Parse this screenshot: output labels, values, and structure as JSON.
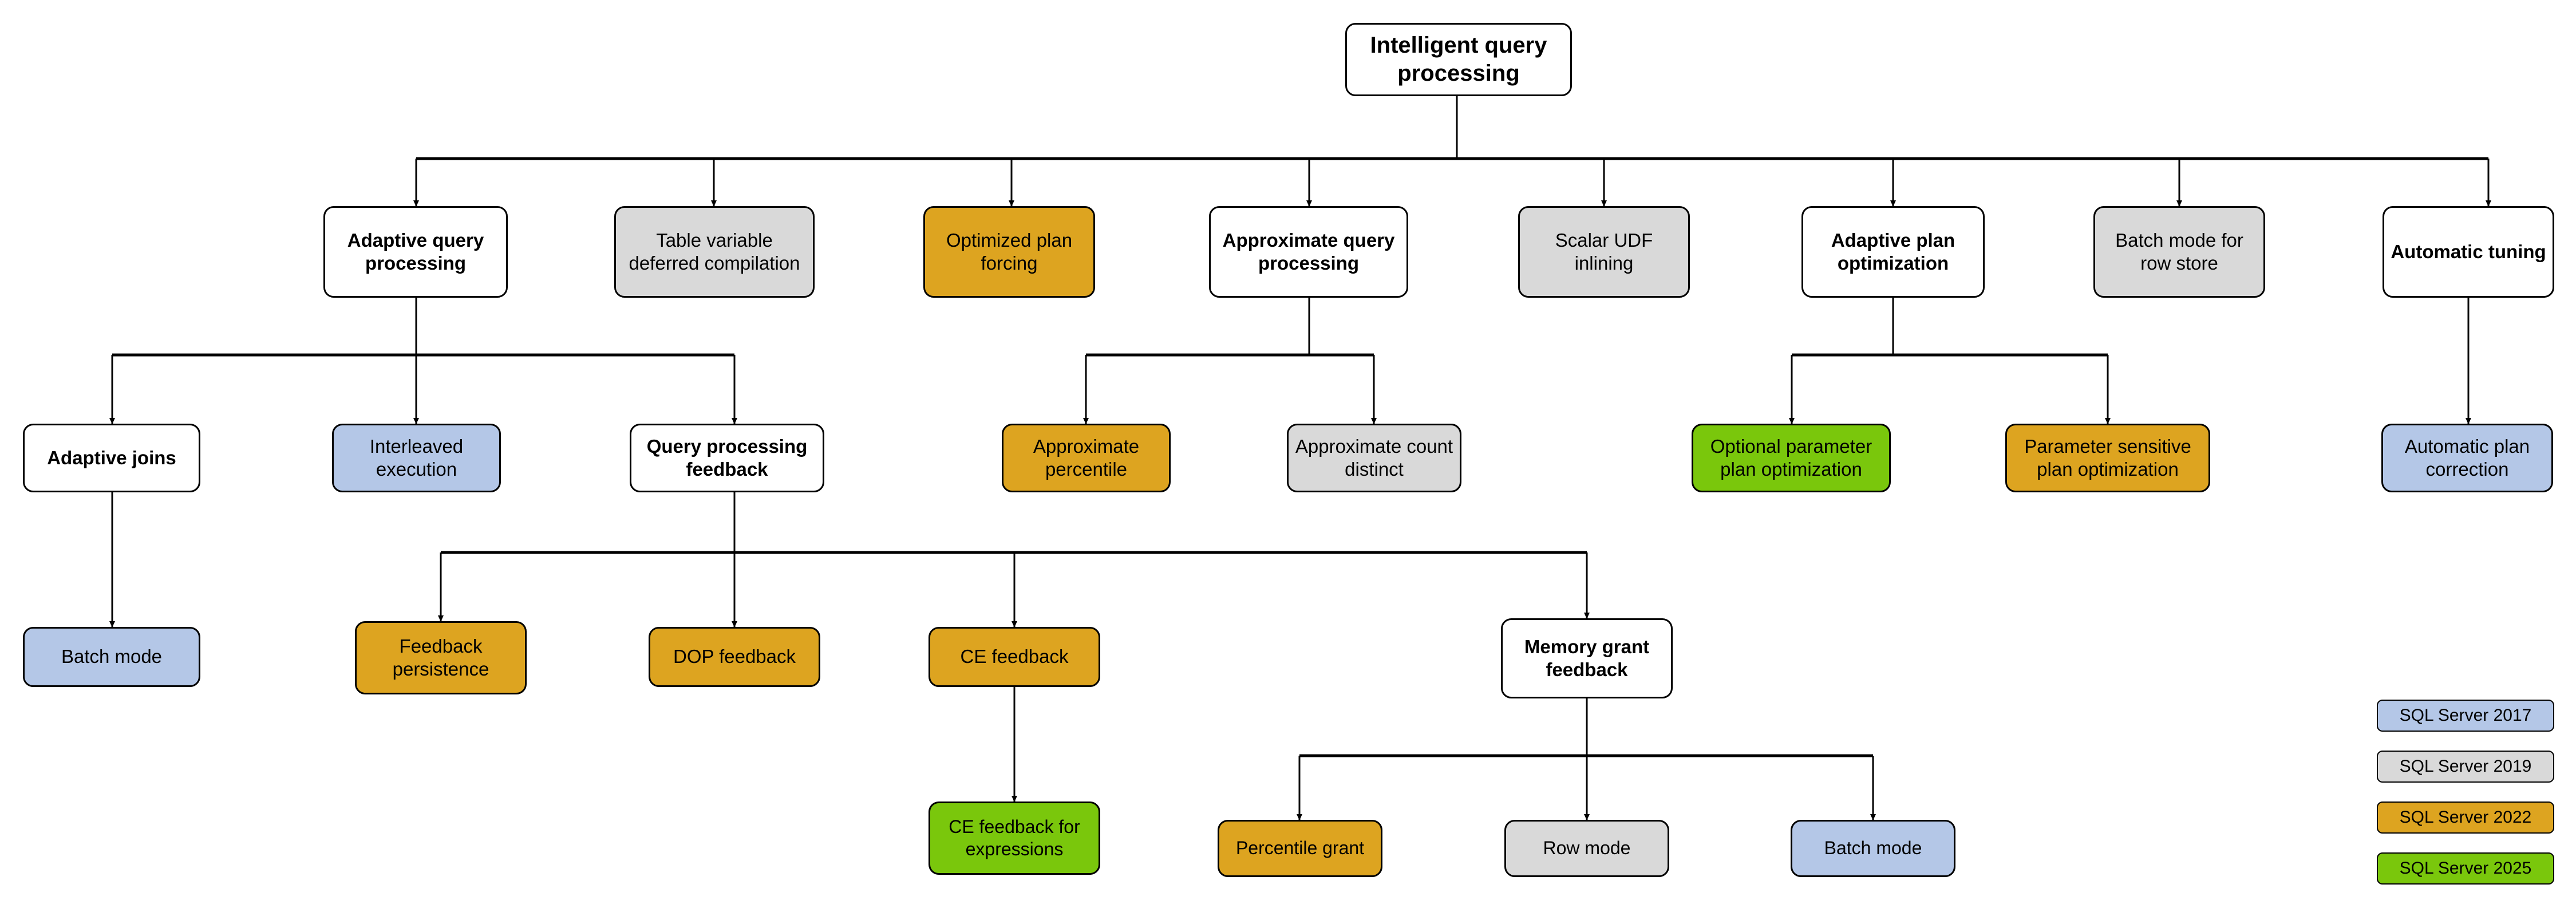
{
  "diagram": {
    "title": "Intelligent query processing",
    "palette": {
      "sql2017": "#b4c7e7",
      "sql2019": "#d9d9d9",
      "sql2022": "#dda420",
      "sql2025": "#7ac70c",
      "none": "#ffffff",
      "stroke": "#000000",
      "text": "#000000"
    }
  },
  "nodes": {
    "root": {
      "label": "Intelligent query processing",
      "version": "none"
    },
    "adaptive_query_processing": {
      "label": "Adaptive query processing",
      "version": "none"
    },
    "table_variable_deferred_compilation": {
      "label": "Table variable deferred compilation",
      "version": "sql2019"
    },
    "optimized_plan_forcing": {
      "label": "Optimized plan forcing",
      "version": "sql2022"
    },
    "approximate_query_processing": {
      "label": "Approximate query processing",
      "version": "none"
    },
    "scalar_udf_inlining": {
      "label": "Scalar UDF inlining",
      "version": "sql2019"
    },
    "adaptive_plan_optimization": {
      "label": "Adaptive plan optimization",
      "version": "none"
    },
    "batch_mode_for_row_store": {
      "label": "Batch mode for row store",
      "version": "sql2019"
    },
    "automatic_tuning": {
      "label": "Automatic tuning",
      "version": "none"
    },
    "adaptive_joins": {
      "label": "Adaptive joins",
      "version": "none"
    },
    "interleaved_execution": {
      "label": "Interleaved execution",
      "version": "sql2017"
    },
    "query_processing_feedback": {
      "label": "Query processing feedback",
      "version": "none"
    },
    "approximate_percentile": {
      "label": "Approximate percentile",
      "version": "sql2022"
    },
    "approximate_count_distinct": {
      "label": "Approximate count distinct",
      "version": "sql2019"
    },
    "optional_parameter_plan_optimization": {
      "label": "Optional parameter plan optimization",
      "version": "sql2025"
    },
    "parameter_sensitive_plan_optimization": {
      "label": "Parameter sensitive plan optimization",
      "version": "sql2022"
    },
    "automatic_plan_correction": {
      "label": "Automatic plan correction",
      "version": "sql2017"
    },
    "batch_mode_adaptive_joins": {
      "label": "Batch mode",
      "version": "sql2017"
    },
    "feedback_persistence": {
      "label": "Feedback persistence",
      "version": "sql2022"
    },
    "dop_feedback": {
      "label": "DOP feedback",
      "version": "sql2022"
    },
    "ce_feedback": {
      "label": "CE feedback",
      "version": "sql2022"
    },
    "memory_grant_feedback": {
      "label": "Memory grant feedback",
      "version": "none"
    },
    "ce_feedback_for_expressions": {
      "label": "CE feedback for expressions",
      "version": "sql2025"
    },
    "percentile_grant": {
      "label": "Percentile grant",
      "version": "sql2022"
    },
    "row_mode": {
      "label": "Row mode",
      "version": "sql2019"
    },
    "batch_mode_memory_grant": {
      "label": "Batch mode",
      "version": "sql2017"
    }
  },
  "legend": {
    "items": [
      {
        "label": "SQL Server 2017",
        "version": "sql2017"
      },
      {
        "label": "SQL Server 2019",
        "version": "sql2019"
      },
      {
        "label": "SQL Server 2022",
        "version": "sql2022"
      },
      {
        "label": "SQL Server 2025",
        "version": "sql2025"
      }
    ]
  },
  "edges": [
    {
      "from": "root",
      "to": "adaptive_query_processing"
    },
    {
      "from": "root",
      "to": "table_variable_deferred_compilation"
    },
    {
      "from": "root",
      "to": "optimized_plan_forcing"
    },
    {
      "from": "root",
      "to": "approximate_query_processing"
    },
    {
      "from": "root",
      "to": "scalar_udf_inlining"
    },
    {
      "from": "root",
      "to": "adaptive_plan_optimization"
    },
    {
      "from": "root",
      "to": "batch_mode_for_row_store"
    },
    {
      "from": "root",
      "to": "automatic_tuning"
    },
    {
      "from": "adaptive_query_processing",
      "to": "adaptive_joins"
    },
    {
      "from": "adaptive_query_processing",
      "to": "interleaved_execution"
    },
    {
      "from": "adaptive_query_processing",
      "to": "query_processing_feedback"
    },
    {
      "from": "approximate_query_processing",
      "to": "approximate_percentile"
    },
    {
      "from": "approximate_query_processing",
      "to": "approximate_count_distinct"
    },
    {
      "from": "adaptive_plan_optimization",
      "to": "optional_parameter_plan_optimization"
    },
    {
      "from": "adaptive_plan_optimization",
      "to": "parameter_sensitive_plan_optimization"
    },
    {
      "from": "automatic_tuning",
      "to": "automatic_plan_correction"
    },
    {
      "from": "adaptive_joins",
      "to": "batch_mode_adaptive_joins"
    },
    {
      "from": "query_processing_feedback",
      "to": "feedback_persistence"
    },
    {
      "from": "query_processing_feedback",
      "to": "dop_feedback"
    },
    {
      "from": "query_processing_feedback",
      "to": "ce_feedback"
    },
    {
      "from": "query_processing_feedback",
      "to": "memory_grant_feedback"
    },
    {
      "from": "ce_feedback",
      "to": "ce_feedback_for_expressions"
    },
    {
      "from": "memory_grant_feedback",
      "to": "percentile_grant"
    },
    {
      "from": "memory_grant_feedback",
      "to": "row_mode"
    },
    {
      "from": "memory_grant_feedback",
      "to": "batch_mode_memory_grant"
    }
  ]
}
